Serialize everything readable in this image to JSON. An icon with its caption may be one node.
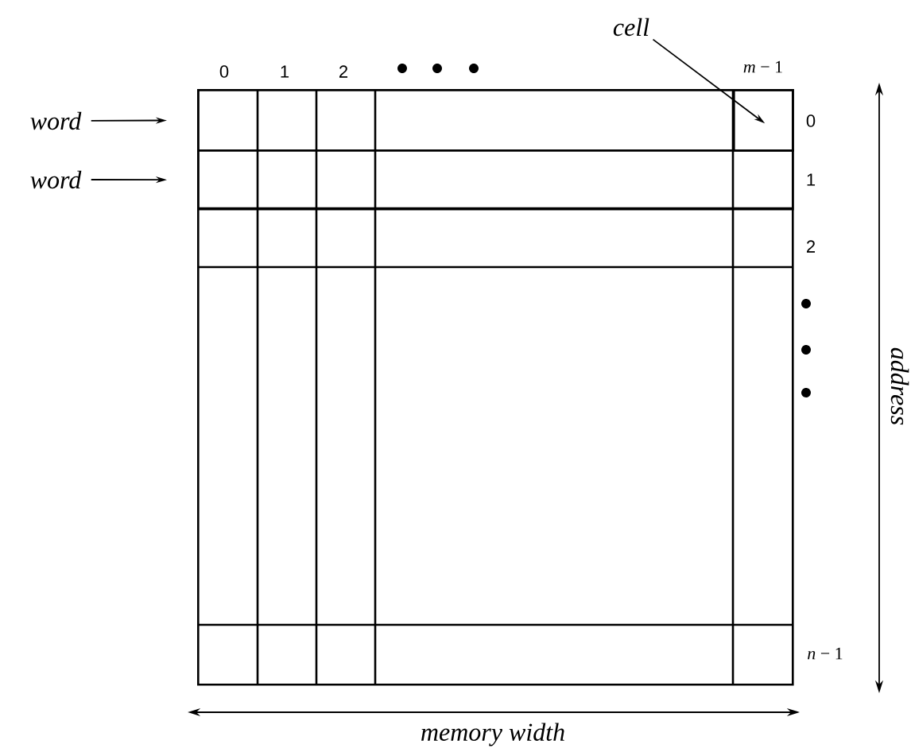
{
  "diagram": {
    "nodes": [
      {
        "text": [],
        "shape": "box"
      },
      {
        "text": [
          "word"
        ]
      },
      {
        "text": [
          "word"
        ]
      },
      {
        "text": [],
        "shape": "box",
        "in": 0
      },
      {
        "text": [],
        "shape": "box",
        "in": 0
      },
      {
        "text": [
          "cell"
        ]
      },
      {
        "text": [],
        "shape": "box",
        "in": 3
      }
    ],
    "edges": [
      {
        "from": 1,
        "to": 3,
        "arrow": "to"
      },
      {
        "from": 2,
        "to": 4,
        "arrow": "to"
      },
      {
        "from": 5,
        "to": 6,
        "arrow": "to"
      }
    ],
    "labels": [
      "0",
      "1",
      "2",
      "*m* − 1",
      "0",
      "1",
      "2",
      "address",
      "*n* − 1",
      "memory width"
    ]
  }
}
